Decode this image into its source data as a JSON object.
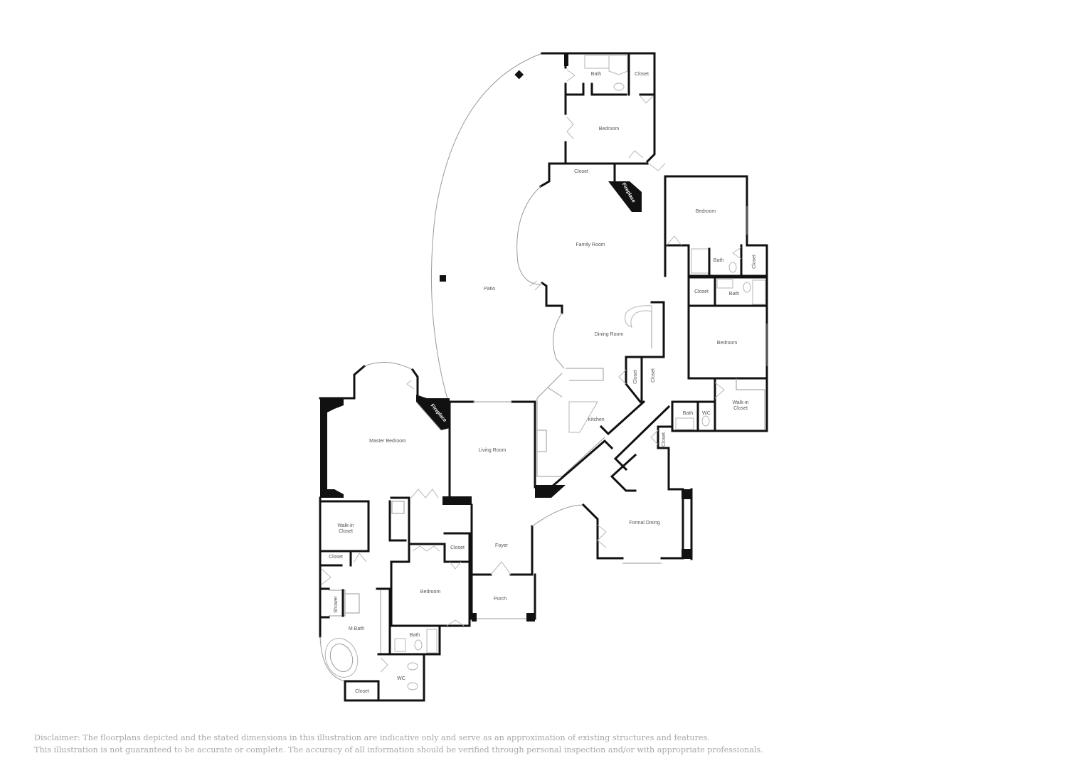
{
  "plan": {
    "rooms": {
      "bath_top": "Bath",
      "closet_top": "Closet",
      "bedroom_top": "Bedroom",
      "closet_family": "Closet",
      "fireplace_family": "Fireplace",
      "family_room": "Family Room",
      "patio": "Patio",
      "bedroom_east": "Bedroom",
      "bath_east_1": "Bath",
      "closet_east_1": "Closet",
      "closet_east_2": "Closet",
      "bath_east_2": "Bath",
      "dining_room": "Dining Room",
      "closet_dining_1": "Closet",
      "closet_dining_2": "Closet",
      "bedroom_se": "Bedroom",
      "bath_se": "Bath",
      "wc_se": "WC",
      "walkin_se": "Walk-in\nCloset",
      "closet_hall": "Closet",
      "kitchen": "Kitchen",
      "master_bedroom": "Master Bedroom",
      "fireplace_master": "Fireplace",
      "living_room": "Living Room",
      "formal_dining": "Formal Dining",
      "foyer": "Foyer",
      "closet_foyer": "Closet",
      "walkin_master_1": "Walk-in",
      "walkin_master_2": "Closet",
      "closet_master": "Closet",
      "bedroom_sw": "Bedroom",
      "porch": "Porch",
      "shower": "Shower",
      "mbath": "M.Bath",
      "bath_sw": "Bath",
      "wc_sw": "WC",
      "closet_sw": "Closet"
    }
  },
  "disclaimer": {
    "line1": "Disclaimer: The floorplans depicted and the stated dimensions in this illustration are indicative only and serve as an approximation of existing structures and features.",
    "line2": "This illustration is not guaranteed to be accurate or complete. The accuracy of all information should be verified through personal inspection and/or with appropriate professionals."
  }
}
